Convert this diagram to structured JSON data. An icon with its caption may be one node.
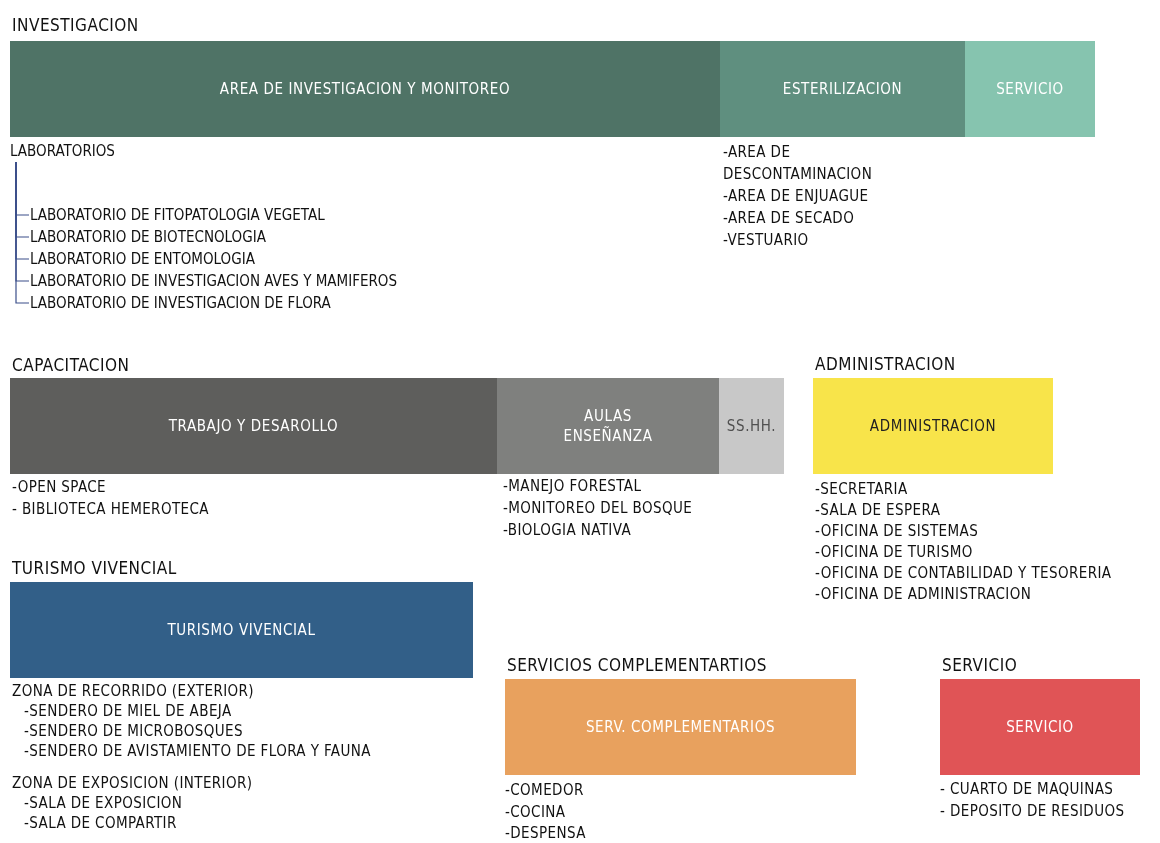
{
  "diagram": {
    "nodes": [
      {
        "text": [
          "AREA DE INVESTIGACION Y MONITOREO"
        ]
      },
      {
        "text": [
          "ESTERILIZACION"
        ],
        "beside": [
          "-AREA DE DESCONTAMINACION",
          "-AREA DE ENJUAGUE",
          "-AREA DE SECADO",
          "-VESTUARIO"
        ]
      },
      {
        "text": [
          "SERVICIO"
        ]
      },
      {
        "text": [
          "LABORATORIOS"
        ]
      },
      {
        "text": [
          "LABORATORIO DE FITOPATOLOGIA VEGETAL"
        ]
      },
      {
        "text": [
          "LABORATORIO DE BIOTECNOLOGIA"
        ]
      },
      {
        "text": [
          "LABORATORIO DE ENTOMOLOGIA"
        ]
      },
      {
        "text": [
          "LABORATORIO DE INVESTIGACION AVES Y MAMIFEROS"
        ]
      },
      {
        "text": [
          "LABORATORIO DE INVESTIGACION DE FLORA"
        ]
      },
      {
        "text": [
          "TRABAJO Y DESAROLLO"
        ],
        "beside": [
          "-OPEN SPACE",
          "- BIBLIOTECA HEMEROTECA"
        ]
      },
      {
        "text": [
          "AULAS ENSEÑANZA"
        ],
        "beside": [
          "-MANEJO FORESTAL",
          "-MONITOREO DEL BOSQUE",
          "-BIOLOGIA NATIVA"
        ]
      },
      {
        "text": [
          "SS.HH."
        ]
      },
      {
        "text": [
          "ADMINISTRACION",
          "ADMINISTRACION"
        ],
        "beside": [
          "-SECRETARIA",
          "-SALA DE ESPERA",
          "-OFICINA DE SISTEMAS",
          "-OFICINA DE TURISMO",
          "-OFICINA DE CONTABILIDAD Y TESORERIA",
          "-OFICINA DE ADMINISTRACION"
        ]
      },
      {
        "text": [
          "TURISMO VIVENCIAL",
          "TURISMO VIVENCIAL"
        ],
        "beside": [
          "ZONA DE RECORRIDO (EXTERIOR)",
          "-SENDERO DE MIEL DE ABEJA",
          "-SENDERO DE MICROBOSQUES",
          "-SENDERO DE AVISTAMIENTO DE FLORA Y FAUNA",
          "ZONA DE EXPOSICION (INTERIOR)",
          "-SALA DE EXPOSICION",
          "-SALA DE COMPARTIR"
        ]
      },
      {
        "text": [
          "SERVICIOS COMPLEMENTARTIOS",
          "SERV. COMPLEMENTARIOS"
        ],
        "beside": [
          "-COMEDOR",
          "-COCINA",
          "-DESPENSA"
        ]
      },
      {
        "text": [
          "SERVICIO",
          "SERVICIO"
        ],
        "beside": [
          "- CUARTO DE MAQUINAS",
          "- DEPOSITO DE RESIDUOS"
        ]
      }
    ],
    "edges": [
      {
        "from": 3,
        "to": 4,
        "arrow": "none"
      },
      {
        "from": 3,
        "to": 5,
        "arrow": "none"
      },
      {
        "from": 3,
        "to": 6,
        "arrow": "none"
      },
      {
        "from": 3,
        "to": 7,
        "arrow": "none"
      },
      {
        "from": 3,
        "to": 8,
        "arrow": "none"
      }
    ],
    "labels": [
      "INVESTIGACION",
      "CAPACITACION"
    ]
  }
}
